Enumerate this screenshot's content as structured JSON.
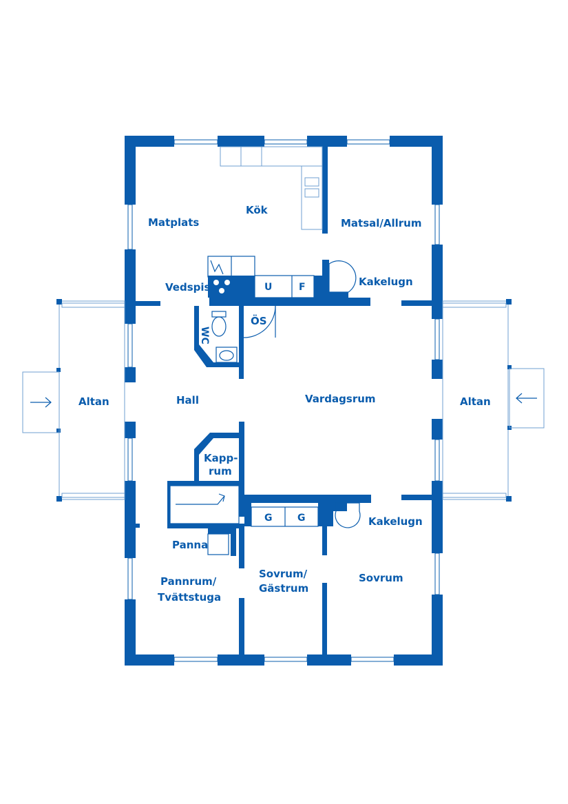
{
  "colors": {
    "wall": "#0a5cad",
    "background": "#ffffff"
  },
  "rooms": {
    "kok": "Kök",
    "matplats": "Matplats",
    "matsal": "Matsal/Allrum",
    "vedspis": "Vedspis",
    "kakelugn_top": "Kakelugn",
    "wc": "WC",
    "os": "ÖS",
    "altan_left": "Altan",
    "hall": "Hall",
    "vardagsrum": "Vardagsrum",
    "altan_right": "Altan",
    "kapprum_1": "Kapp-",
    "kapprum_2": "rum",
    "kakelugn_bottom": "Kakelugn",
    "panna": "Panna",
    "pannrum_1": "Pannrum/",
    "pannrum_2": "Tvättstuga",
    "gastrum_1": "Sovrum/",
    "gastrum_2": "Gästrum",
    "sovrum": "Sovrum"
  },
  "fixtures": {
    "fridge": "U",
    "freezer": "F",
    "wardrobe_1": "G",
    "wardrobe_2": "G"
  },
  "icons": [
    "entrance-arrow-icon",
    "entrance-arrow-icon",
    "stove-icon",
    "toilet-icon",
    "sink-icon",
    "stair-arrow-icon"
  ]
}
